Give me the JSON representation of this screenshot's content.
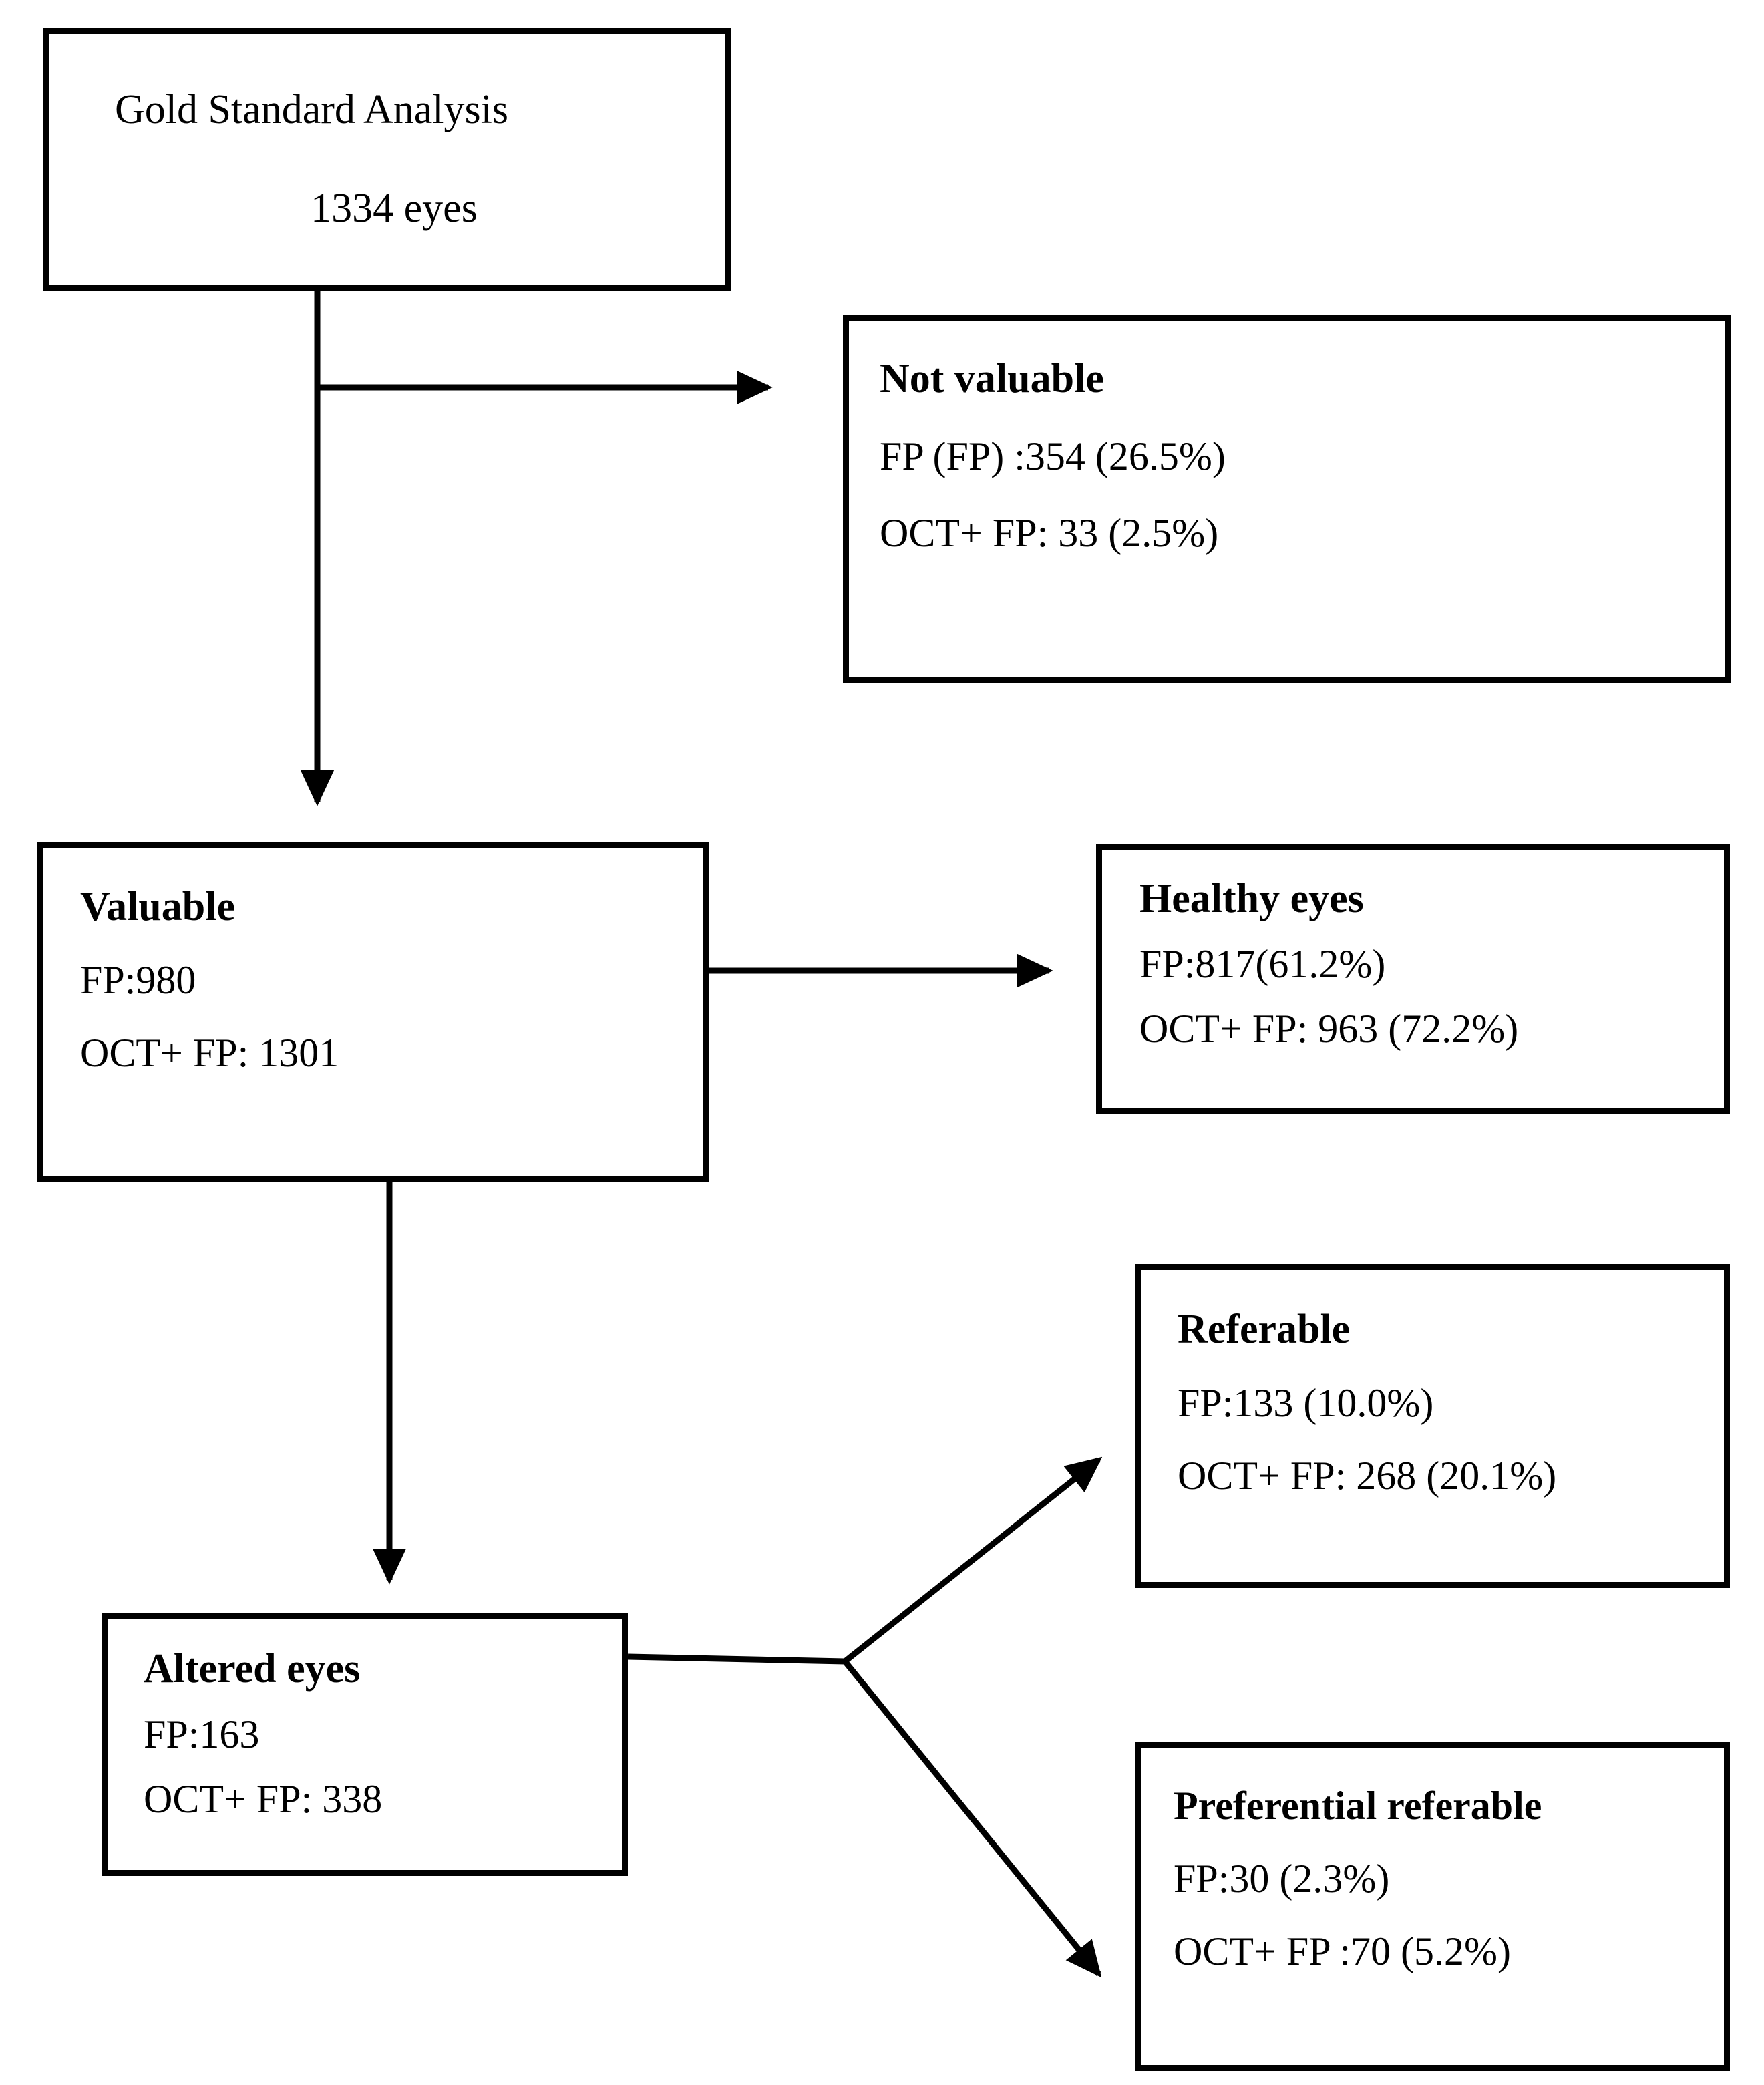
{
  "diagram": {
    "type": "flowchart",
    "title": "Gold Standard Analysis patient-flow diagram",
    "stroke_color": "#000000",
    "background_color": "#ffffff",
    "nodes": {
      "root": {
        "title": "Gold Standard Analysis",
        "count": "1334 eyes"
      },
      "not_valuable": {
        "heading": "Not valuable",
        "metric_fp": "FP (FP) :354 (26.5%)",
        "metric_oct": "OCT+ FP: 33 (2.5%)"
      },
      "valuable": {
        "heading": "Valuable",
        "metric_fp": "FP:980",
        "metric_oct": "OCT+ FP: 1301"
      },
      "healthy_eyes": {
        "heading": "Healthy eyes",
        "metric_fp": "FP:817(61.2%)",
        "metric_oct": "OCT+ FP: 963 (72.2%)"
      },
      "referable": {
        "heading": "Referable",
        "metric_fp": "FP:133 (10.0%)",
        "metric_oct": "OCT+ FP: 268 (20.1%)"
      },
      "altered_eyes": {
        "heading": "Altered eyes",
        "metric_fp": "FP:163",
        "metric_oct": "OCT+ FP: 338"
      },
      "preferential_referable": {
        "heading": "Preferential referable",
        "metric_fp": "FP:30 (2.3%)",
        "metric_oct": "OCT+ FP :70 (5.2%)"
      }
    },
    "edges": [
      {
        "from": "root",
        "to": "not_valuable",
        "style": "orthogonal-right-arrow"
      },
      {
        "from": "root",
        "to": "valuable",
        "style": "vertical-down-arrow"
      },
      {
        "from": "valuable",
        "to": "healthy_eyes",
        "style": "orthogonal-right-arrow"
      },
      {
        "from": "valuable",
        "to": "altered_eyes",
        "style": "vertical-down-arrow"
      },
      {
        "from": "altered_eyes",
        "to": "referable",
        "style": "diagonal-up-right-arrow"
      },
      {
        "from": "altered_eyes",
        "to": "preferential_referable",
        "style": "diagonal-down-right-arrow"
      }
    ]
  },
  "chart_data": {
    "type": "table",
    "title": "Gold Standard Analysis — 1334 eyes",
    "categories": [
      "Not valuable",
      "Valuable",
      "Healthy eyes",
      "Referable",
      "Altered eyes",
      "Preferential referable"
    ],
    "series": [
      {
        "name": "FP",
        "values": [
          354,
          980,
          817,
          133,
          163,
          30
        ]
      },
      {
        "name": "OCT+ FP",
        "values": [
          33,
          1301,
          963,
          268,
          338,
          70
        ]
      }
    ],
    "percentages": {
      "FP": [
        "26.5%",
        null,
        "61.2%",
        "10.0%",
        null,
        "2.3%"
      ],
      "OCT+ FP": [
        "2.5%",
        null,
        "72.2%",
        "20.1%",
        null,
        "5.2%"
      ]
    },
    "total_eyes": 1334
  }
}
